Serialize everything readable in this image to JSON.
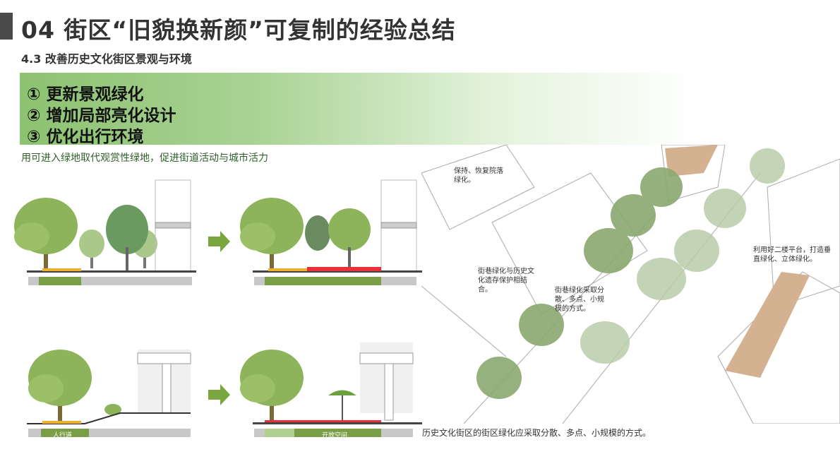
{
  "title": "04 街区“旧貌换新颜”可复制的经验总结",
  "subtitle": "4.3 改善历史文化街区景观与环境",
  "points": [
    "① 更新景观绿化",
    "② 增加局部亮化设计",
    "③ 优化出行环境"
  ],
  "caption": "用可进入绿地取代观赏性绿地，促进街道活动与城市活力",
  "section_labels": {
    "sidewalk": "人行道",
    "open_space": "开放空间"
  },
  "illustration_notes": [
    "保持、恢复院落绿化。",
    "街巷绿化与历史文化遗存保护相结合。",
    "街巷绿化采取分散、多点、小规模的方式。",
    "利用好二楼平台，打造垂直绿化、立体绿化。"
  ],
  "bottom_caption": "历史文化街区的街区绿化应采取分散、多点、小规模的方式。",
  "colors": {
    "green": "#7a9e46",
    "accent_red": "#e8313a",
    "orange": "#f0b030"
  }
}
